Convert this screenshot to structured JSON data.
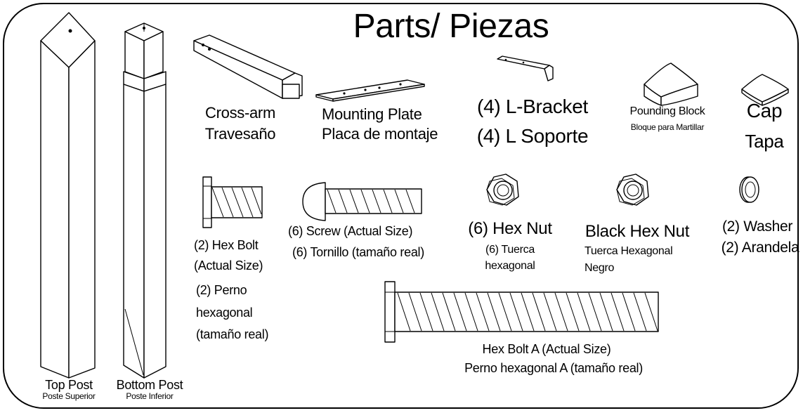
{
  "title": "Parts/ Piezas",
  "parts": {
    "top_post": {
      "en": "Top Post",
      "es": "Poste Superior"
    },
    "bottom_post": {
      "en": "Bottom Post",
      "es": "Poste Inferior"
    },
    "cross_arm": {
      "en": "Cross-arm",
      "es": "Travesaño"
    },
    "mounting_plate": {
      "en": "Mounting Plate",
      "es": "Placa de montaje"
    },
    "l_bracket": {
      "en": "(4) L-Bracket",
      "es": "(4) L Soporte"
    },
    "pounding_block": {
      "en": "Pounding Block",
      "es": "Bloque para Martillar"
    },
    "cap": {
      "en": "Cap",
      "es": "Tapa"
    },
    "hex_bolt": {
      "en_1": "(2) Hex Bolt",
      "en_2": "(Actual Size)",
      "es_1": "(2) Perno",
      "es_2": "hexagonal",
      "es_3": "(tamaño real)"
    },
    "screw": {
      "en": "(6) Screw (Actual Size)",
      "es": "(6) Tornillo (tamaño real)"
    },
    "hex_nut": {
      "en": "(6) Hex Nut",
      "es_1": "(6) Tuerca",
      "es_2": "hexagonal"
    },
    "black_hex_nut": {
      "en": "Black Hex Nut",
      "es_1": "Tuerca Hexagonal",
      "es_2": "Negro"
    },
    "washer": {
      "en": "(2) Washer",
      "es": "(2) Arandela"
    },
    "hex_bolt_a": {
      "en": "Hex Bolt A (Actual Size)",
      "es": "Perno hexagonal A (tamaño real)"
    }
  }
}
